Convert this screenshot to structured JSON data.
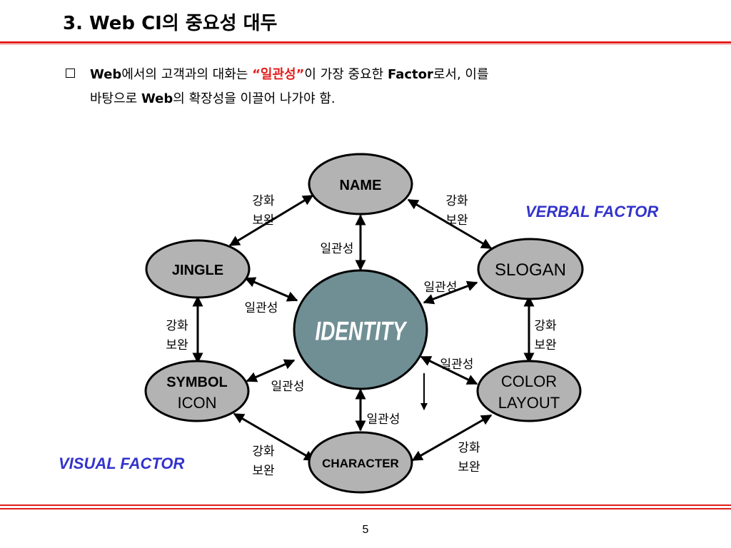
{
  "title": "3. Web CI의 중요성 대두",
  "bullet": {
    "p1": "Web",
    "p2": "에서의 고객과의 대화는 ",
    "p3": "“일관성”",
    "p4": "이 가장 중요한 ",
    "p5": "Factor",
    "p6": "로서, 이를",
    "p7": "바탕으로 ",
    "p8": "Web",
    "p9": "의 확장성을 이끌어 나가야 함."
  },
  "factors": {
    "verbal": "VERBAL FACTOR",
    "visual": "VISUAL FACTOR"
  },
  "nodes": {
    "center": "IDENTITY",
    "name": "NAME",
    "jingle": "JINGLE",
    "slogan": "SLOGAN",
    "symbol_line1": "SYMBOL",
    "symbol_line2": "ICON",
    "color_line1": "COLOR",
    "color_line2": "LAYOUT",
    "character": "CHARACTER"
  },
  "edge_labels": {
    "consistency": "일관성",
    "reinforce_line1": "강화",
    "reinforce_line2": "보완"
  },
  "colors": {
    "title_rule": "#e31d1d",
    "factor_text": "#3333cc",
    "node_fill": "#b3b3b3",
    "center_fill": "#6f8f94",
    "highlight": "#e31d1d"
  },
  "page_number": "5"
}
